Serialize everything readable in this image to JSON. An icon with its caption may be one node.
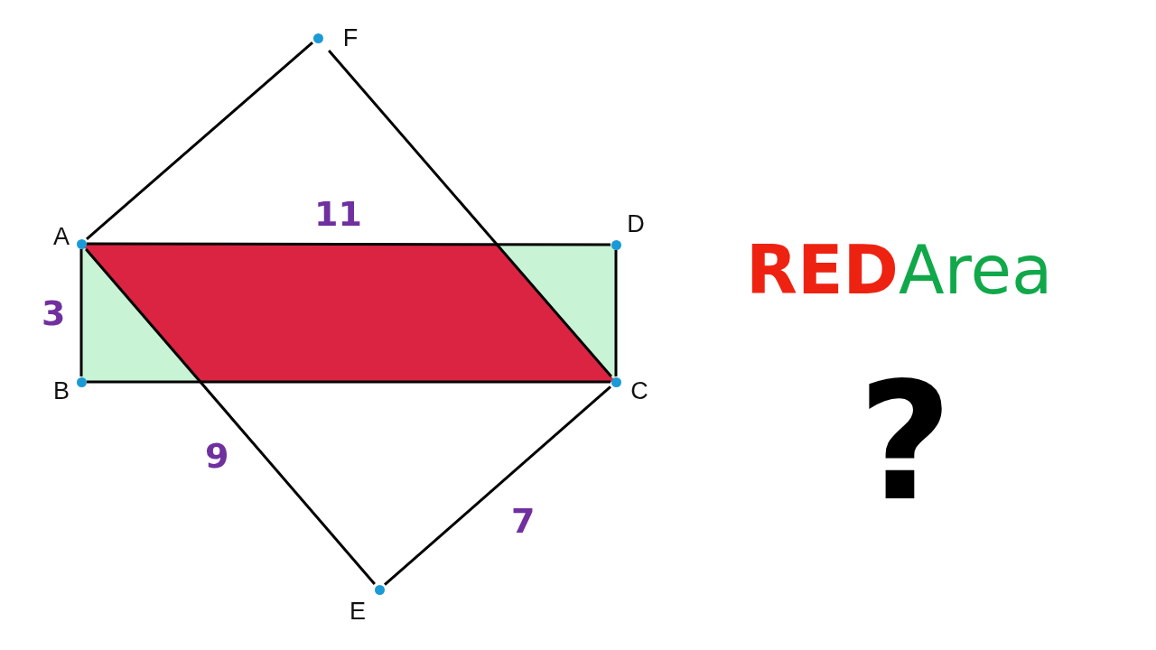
{
  "diagram": {
    "nodes": [
      {
        "text": [
          "F"
        ]
      },
      {
        "text": [
          "A"
        ]
      },
      {
        "text": [
          "D"
        ]
      },
      {
        "text": [
          "B"
        ]
      },
      {
        "text": [
          "C"
        ]
      },
      {
        "text": [
          "E"
        ]
      }
    ],
    "edges": [
      {
        "from": 1,
        "to": 0,
        "arrow": "none"
      },
      {
        "from": 0,
        "to": 4,
        "arrow": "none"
      },
      {
        "from": 1,
        "to": 2,
        "arrow": "none"
      },
      {
        "from": 1,
        "to": 3,
        "arrow": "none"
      },
      {
        "from": 2,
        "to": 4,
        "arrow": "none"
      },
      {
        "from": 3,
        "to": 4,
        "arrow": "none"
      },
      {
        "from": 1,
        "to": 5,
        "arrow": "none"
      },
      {
        "from": 5,
        "to": 4,
        "arrow": "none"
      }
    ],
    "labels": [
      "11",
      "3",
      "RED",
      "Area",
      "9",
      "7",
      "?"
    ]
  }
}
